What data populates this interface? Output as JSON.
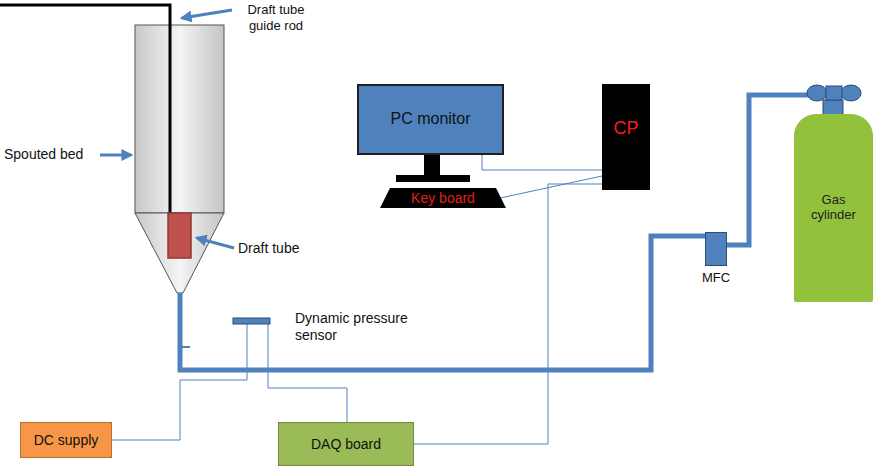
{
  "diagram": {
    "nodes": [
      {
        "text": [
          "PC monitor"
        ]
      },
      {
        "text": [
          "CP"
        ]
      },
      {
        "text": [
          "Key board"
        ]
      },
      {
        "text": [
          "Gas cylinder"
        ]
      },
      {
        "text": [
          "MFC"
        ]
      },
      {
        "text": [
          "DC supply"
        ]
      },
      {
        "text": [
          "DAQ board"
        ]
      }
    ],
    "edges": [
      {
        "from": 0,
        "to": 1,
        "arrow": "none"
      },
      {
        "from": 2,
        "to": 1,
        "arrow": "none"
      },
      {
        "from": 6,
        "to": 1,
        "arrow": "none"
      },
      {
        "from": 3,
        "to": 4,
        "arrow": "none"
      }
    ],
    "labels": [
      "Draft tube guide rod",
      "Spouted bed",
      "Draft tube",
      "Dynamic pressure sensor"
    ]
  }
}
